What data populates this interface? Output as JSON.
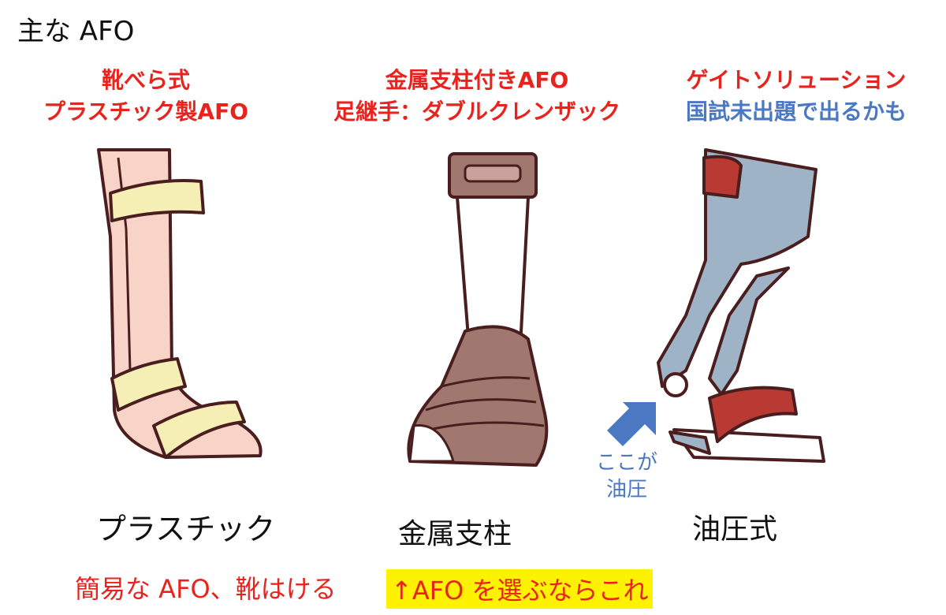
{
  "title": "主な AFO",
  "items": [
    {
      "caption_lines": [
        "靴べら式",
        "プラスチック製AFO"
      ],
      "label": "プラスチック"
    },
    {
      "caption_lines": [
        "金属支柱付きAFO",
        "足継手：ダブルクレンザック"
      ],
      "label": "金属支柱"
    },
    {
      "caption_lines": [
        "ゲイトソリューション",
        "国試未出題で出るかも"
      ],
      "label": "油圧式",
      "pointer_lines": [
        "ここが",
        "油圧"
      ]
    }
  ],
  "bottom": {
    "note": "簡易な AFO、靴はける",
    "highlight": "↑AFO を選ぶならこれ"
  },
  "colors": {
    "red": "#e8231e",
    "blue": "#4a78c2",
    "highlight": "#fff200",
    "plastic": "#f7d3c8",
    "strap": "#f5efb5",
    "metal": "#a07870",
    "hydraulic": "#9fb3c6",
    "hydraulic_pad": "#b83a32"
  }
}
